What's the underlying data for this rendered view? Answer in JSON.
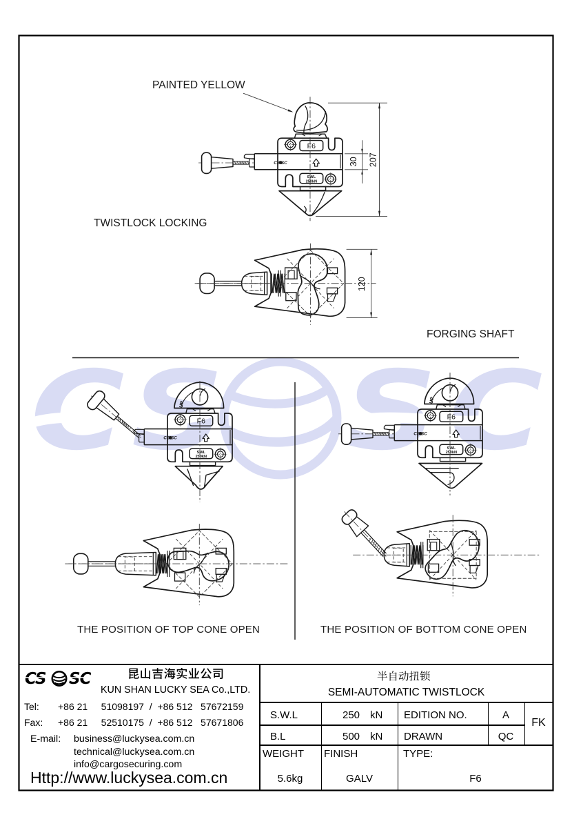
{
  "page": {
    "background": "#ffffff",
    "line_color": "#1a1a1a",
    "watermark_color": "#d9dcf4"
  },
  "labels": {
    "painted_yellow": "PAINTED YELLOW",
    "twistlock_locking": "TWISTLOCK LOCKING",
    "forging_shaft": "FORGING SHAFT",
    "top_cone_open": "THE POSITION OF TOP CONE OPEN",
    "bottom_cone_open": "THE POSITION OF BOTTOM CONE OPEN"
  },
  "dimensions": {
    "overall_height": "207",
    "band_height": "30",
    "body_width": "120"
  },
  "part_marks": {
    "model": "F6",
    "swl_line1": "SWL",
    "swl_line2": "250kN",
    "up": "UP",
    "brand": "CS SC"
  },
  "watermark": {
    "left": "CS",
    "right": "SC"
  },
  "title_block": {
    "logo_left": "CS",
    "logo_right": "SC",
    "company_cn": "昆山吉海实业公司",
    "company_en": "KUN SHAN LUCKY SEA Co.,LTD.",
    "tel_label": "Tel:",
    "tel_value": "+86 21     51098197  /  +86 512   57672159",
    "fax_label": "Fax:",
    "fax_value": "+86 21     52510175  /  +86 512   57671806",
    "email_label": "E-mail:",
    "email1": "business@luckysea.com.cn",
    "email2": "technical@luckysea.com.cn",
    "email3": "info@cargosecuring.com",
    "website": "Http://www.luckysea.com.cn",
    "product_cn": "半自动扭锁",
    "product_en": "SEMI-AUTOMATIC TWISTLOCK",
    "swl_label": "S.W.L",
    "swl_value": "250",
    "swl_unit": "kN",
    "bl_label": "B.L",
    "bl_value": "500",
    "bl_unit": "kN",
    "edition_label": "EDITION NO.",
    "edition_value": "A",
    "drawn_label": "DRAWN",
    "drawn_value": "QC",
    "fk": "FK",
    "weight_label": "WEIGHT",
    "weight_value": "5.6kg",
    "finish_label": "FINISH",
    "finish_value": "GALV",
    "type_label": "TYPE:",
    "type_value": "F6"
  }
}
